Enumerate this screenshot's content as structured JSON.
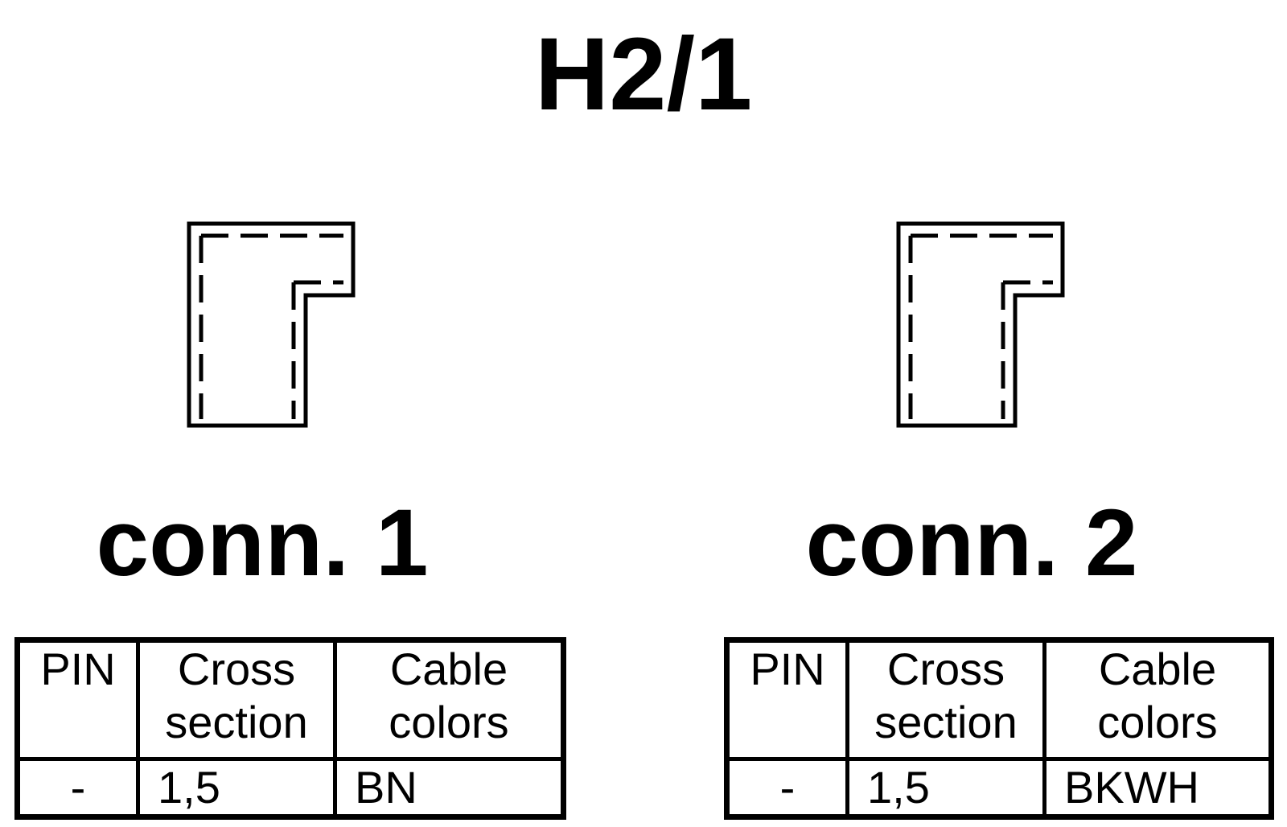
{
  "title": "H2/1",
  "connectors": [
    {
      "label": "conn. 1",
      "table": {
        "headers": [
          {
            "line1": "PIN",
            "line2": ""
          },
          {
            "line1": "Cross",
            "line2": "section"
          },
          {
            "line1": "Cable",
            "line2": "colors"
          }
        ],
        "rows": [
          {
            "pin": "-",
            "cross_section": "1,5",
            "color": "BN"
          }
        ]
      }
    },
    {
      "label": "conn. 2",
      "table": {
        "headers": [
          {
            "line1": "PIN",
            "line2": ""
          },
          {
            "line1": "Cross",
            "line2": "section"
          },
          {
            "line1": "Cable",
            "line2": "colors"
          }
        ],
        "rows": [
          {
            "pin": "-",
            "cross_section": "1,5",
            "color": "BKWH"
          }
        ]
      }
    }
  ],
  "icons": {
    "connector_symbol": "l-shaped-connector-icon"
  },
  "colors": {
    "line": "#000000",
    "background": "#ffffff"
  }
}
